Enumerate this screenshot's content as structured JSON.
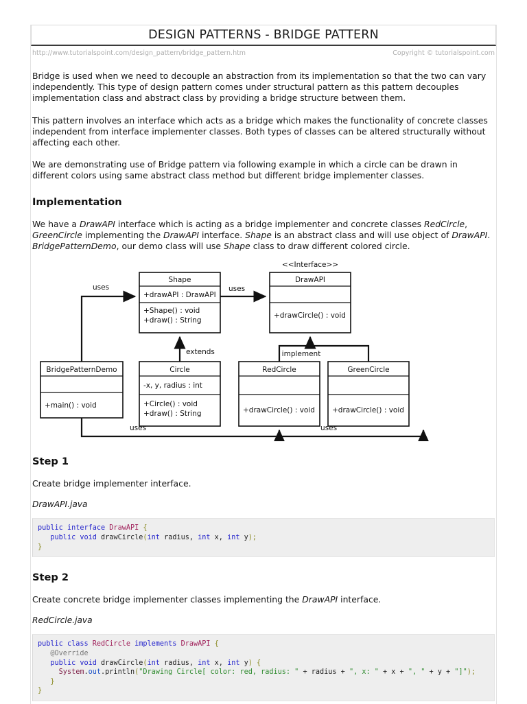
{
  "header": {
    "title": "DESIGN PATTERNS - BRIDGE PATTERN",
    "url": "http://www.tutorialspoint.com/design_pattern/bridge_pattern.htm",
    "copyright": "Copyright © tutorialspoint.com"
  },
  "intro": {
    "p1": "Bridge is used when we need to decouple an abstraction from its implementation so that the two can vary independently. This type of design pattern comes under structural pattern as this pattern decouples implementation class and abstract class by providing a bridge structure between them.",
    "p2": "This pattern involves an interface which acts as a bridge which makes the functionality of concrete classes independent from interface implementer classes. Both types of classes can be altered structurally without affecting each other.",
    "p3": "We are demonstrating use of Bridge pattern via following example in which a circle can be drawn in different colors using same abstract class method but different bridge implementer classes."
  },
  "implementation": {
    "heading": "Implementation",
    "description_parts": [
      {
        "text": "We have a ",
        "italic": false
      },
      {
        "text": "DrawAPI",
        "italic": true
      },
      {
        "text": " interface which is acting as a bridge implementer and concrete classes ",
        "italic": false
      },
      {
        "text": "RedCircle",
        "italic": true
      },
      {
        "text": ", ",
        "italic": false
      },
      {
        "text": "GreenCircle",
        "italic": true
      },
      {
        "text": " implementing the ",
        "italic": false
      },
      {
        "text": "DrawAPI",
        "italic": true
      },
      {
        "text": " interface. ",
        "italic": false
      },
      {
        "text": "Shape",
        "italic": true
      },
      {
        "text": " is an abstract class and will use object of ",
        "italic": false
      },
      {
        "text": "DrawAPI",
        "italic": true
      },
      {
        "text": ". ",
        "italic": false
      },
      {
        "text": "BridgePatternDemo",
        "italic": true
      },
      {
        "text": ", our demo class will use ",
        "italic": false
      },
      {
        "text": "Shape",
        "italic": true
      },
      {
        "text": " class to draw different colored circle.",
        "italic": false
      }
    ]
  },
  "diagram": {
    "stereotype": "<<Interface>>",
    "classes": {
      "shape": {
        "name": "Shape",
        "fields": [
          "+drawAPI : DrawAPI"
        ],
        "methods": [
          "+Shape()  : void",
          "+draw()  : String"
        ]
      },
      "drawapi": {
        "name": "DrawAPI",
        "fields": [
          ""
        ],
        "methods": [
          "+drawCircle()  : void"
        ]
      },
      "demo": {
        "name": "BridgePatternDemo",
        "fields": [
          ""
        ],
        "methods": [
          "+main()  : void"
        ]
      },
      "circle": {
        "name": "Circle",
        "fields": [
          "-x, y, radius : int"
        ],
        "methods": [
          "+Circle()  : void",
          "+draw()  : String"
        ]
      },
      "redcircle": {
        "name": "RedCircle",
        "fields": [
          ""
        ],
        "methods": [
          "+drawCircle()  : void"
        ]
      },
      "greencircle": {
        "name": "GreenCircle",
        "fields": [
          ""
        ],
        "methods": [
          "+drawCircle()  : void"
        ]
      }
    },
    "edges": {
      "uses_left": "uses",
      "uses_mid": "uses",
      "extends": "extends",
      "implement": "implement",
      "uses_bottom_left": "uses",
      "uses_bottom_right": "uses"
    }
  },
  "steps": [
    {
      "heading": "Step 1",
      "description": "Create bridge implementer interface.",
      "filename": "DrawAPI.java",
      "code_lines": [
        [
          {
            "t": "public",
            "c": "k"
          },
          {
            "t": " ",
            "c": "pl"
          },
          {
            "t": "interface",
            "c": "k"
          },
          {
            "t": " ",
            "c": "pl"
          },
          {
            "t": "DrawAPI",
            "c": "t"
          },
          {
            "t": " ",
            "c": "pl"
          },
          {
            "t": "{",
            "c": "b"
          }
        ],
        [
          {
            "t": "   ",
            "c": "pl"
          },
          {
            "t": "public",
            "c": "k"
          },
          {
            "t": " ",
            "c": "pl"
          },
          {
            "t": "void",
            "c": "k"
          },
          {
            "t": " drawCircle",
            "c": "pl"
          },
          {
            "t": "(",
            "c": "b"
          },
          {
            "t": "int",
            "c": "k"
          },
          {
            "t": " radius, ",
            "c": "pl"
          },
          {
            "t": "int",
            "c": "k"
          },
          {
            "t": " x, ",
            "c": "pl"
          },
          {
            "t": "int",
            "c": "k"
          },
          {
            "t": " y",
            "c": "pl"
          },
          {
            "t": ");",
            "c": "b"
          }
        ],
        [
          {
            "t": "}",
            "c": "b"
          }
        ]
      ]
    },
    {
      "heading": "Step 2",
      "description_parts": [
        {
          "text": "Create concrete bridge implementer classes implementing the ",
          "italic": false
        },
        {
          "text": "DrawAPI",
          "italic": true
        },
        {
          "text": " interface.",
          "italic": false
        }
      ],
      "filename": "RedCircle.java",
      "code_lines": [
        [
          {
            "t": "public",
            "c": "k"
          },
          {
            "t": " ",
            "c": "pl"
          },
          {
            "t": "class",
            "c": "k"
          },
          {
            "t": " ",
            "c": "pl"
          },
          {
            "t": "RedCircle",
            "c": "t"
          },
          {
            "t": " ",
            "c": "pl"
          },
          {
            "t": "implements",
            "c": "k"
          },
          {
            "t": " ",
            "c": "pl"
          },
          {
            "t": "DrawAPI",
            "c": "t"
          },
          {
            "t": " ",
            "c": "pl"
          },
          {
            "t": "{",
            "c": "b"
          }
        ],
        [
          {
            "t": "   ",
            "c": "pl"
          },
          {
            "t": "@Override",
            "c": "an"
          }
        ],
        [
          {
            "t": "   ",
            "c": "pl"
          },
          {
            "t": "public",
            "c": "k"
          },
          {
            "t": " ",
            "c": "pl"
          },
          {
            "t": "void",
            "c": "k"
          },
          {
            "t": " drawCircle",
            "c": "pl"
          },
          {
            "t": "(",
            "c": "b"
          },
          {
            "t": "int",
            "c": "k"
          },
          {
            "t": " radius, ",
            "c": "pl"
          },
          {
            "t": "int",
            "c": "k"
          },
          {
            "t": " x, ",
            "c": "pl"
          },
          {
            "t": "int",
            "c": "k"
          },
          {
            "t": " y",
            "c": "pl"
          },
          {
            "t": ") {",
            "c": "b"
          }
        ],
        [
          {
            "t": "     ",
            "c": "pl"
          },
          {
            "t": "System",
            "c": "t2"
          },
          {
            "t": ".",
            "c": "pl"
          },
          {
            "t": "out",
            "c": "fl"
          },
          {
            "t": ".println",
            "c": "pl"
          },
          {
            "t": "(",
            "c": "b"
          },
          {
            "t": "\"Drawing Circle[ color: red, radius: \"",
            "c": "s"
          },
          {
            "t": " + radius + ",
            "c": "pl"
          },
          {
            "t": "\", x: \"",
            "c": "s"
          },
          {
            "t": " + x + ",
            "c": "pl"
          },
          {
            "t": "\", \"",
            "c": "s"
          },
          {
            "t": " + y + ",
            "c": "pl"
          },
          {
            "t": "\"]\"",
            "c": "s"
          },
          {
            "t": ");",
            "c": "b"
          }
        ],
        [
          {
            "t": "   ",
            "c": "pl"
          },
          {
            "t": "}",
            "c": "b"
          }
        ],
        [
          {
            "t": "}",
            "c": "b"
          }
        ]
      ]
    }
  ]
}
